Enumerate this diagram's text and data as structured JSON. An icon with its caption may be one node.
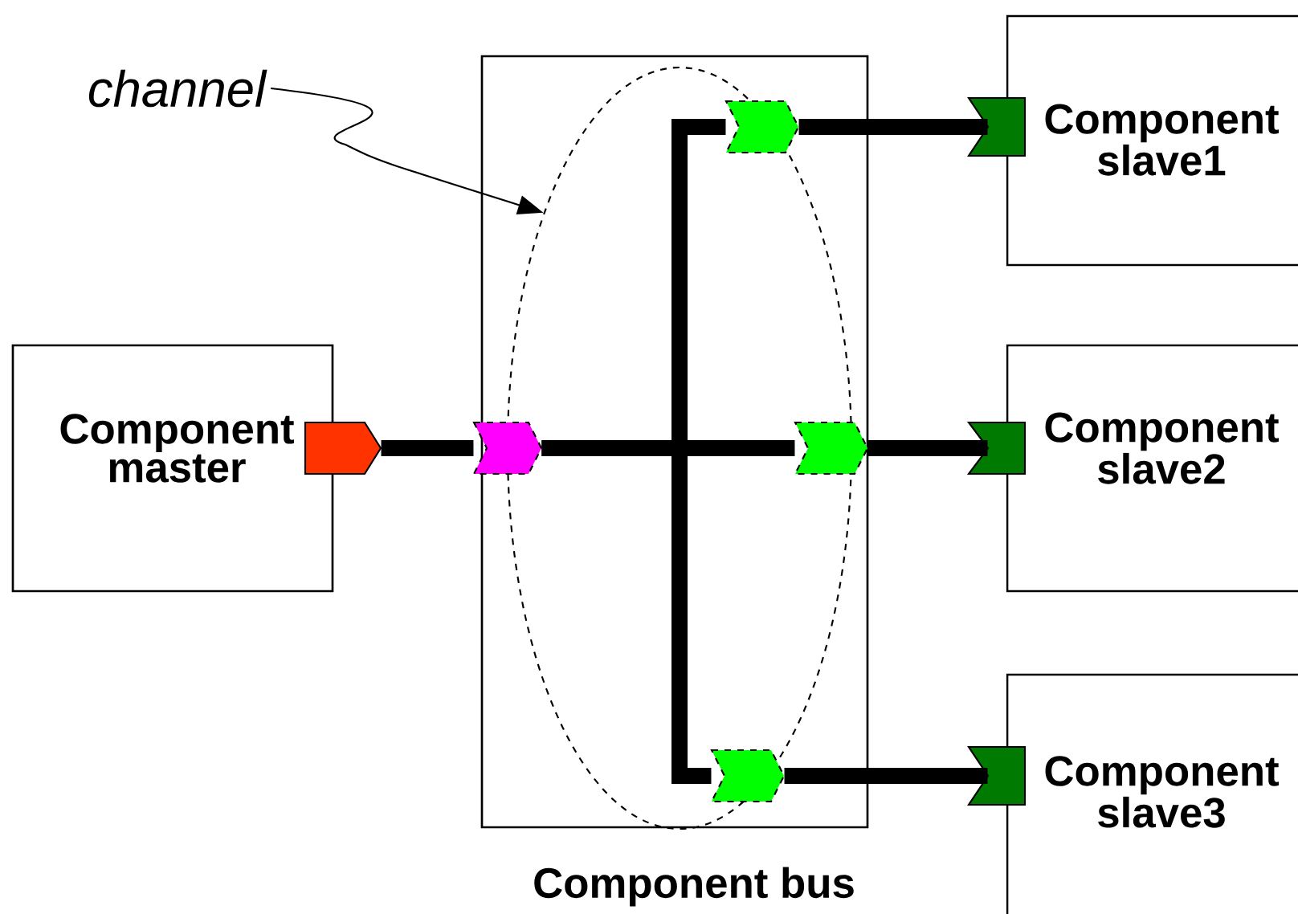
{
  "diagram": {
    "nodes": [
      {
        "text": [
          "Component master"
        ]
      },
      {
        "text": [
          "Component bus"
        ]
      },
      {
        "text": [],
        "shape": "ellipse",
        "in": 1
      },
      {
        "text": [
          "Component slave1"
        ]
      },
      {
        "text": [
          "Component slave2"
        ]
      },
      {
        "text": [
          "Component slave3"
        ]
      },
      {
        "text": [
          "channel"
        ]
      },
      {
        "text": [],
        "shape": "pentagon"
      },
      {
        "text": [],
        "shape": "chevron"
      },
      {
        "text": [],
        "shape": "chevron",
        "in": 2
      },
      {
        "text": [],
        "shape": "chevron",
        "in": 1
      },
      {
        "text": [],
        "shape": "chevron",
        "in": 2
      },
      {
        "text": [],
        "shape": "flag"
      },
      {
        "text": [],
        "shape": "flag"
      },
      {
        "text": [],
        "shape": "flag"
      }
    ],
    "edges": [
      {
        "from": 6,
        "to": 2,
        "arrow": "to"
      },
      {
        "from": 7,
        "to": 8,
        "arrow": "none"
      },
      {
        "from": 8,
        "to": 9,
        "arrow": "none"
      },
      {
        "from": 8,
        "to": 10,
        "arrow": "none"
      },
      {
        "from": 8,
        "to": 11,
        "arrow": "none"
      },
      {
        "from": 9,
        "to": 12,
        "arrow": "none"
      },
      {
        "from": 10,
        "to": 13,
        "arrow": "none"
      },
      {
        "from": 11,
        "to": 14,
        "arrow": "none"
      }
    ]
  }
}
